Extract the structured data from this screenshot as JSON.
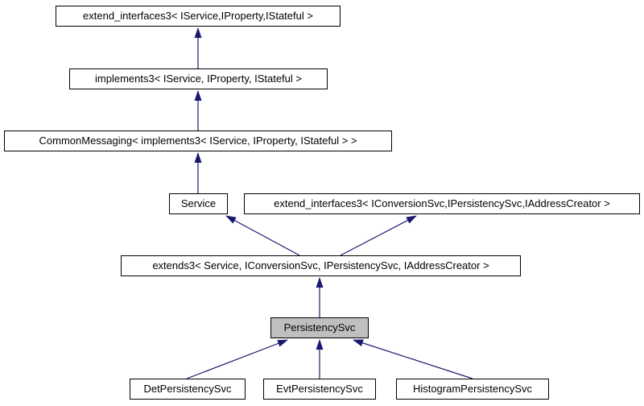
{
  "diagram": {
    "kind": "class-inheritance-graph",
    "highlighted_node": "PersistencySvc",
    "nodes": [
      {
        "id": "extend_interfaces3_svc",
        "label": "extend_interfaces3< IService,IProperty,IStateful >"
      },
      {
        "id": "implements3",
        "label": "implements3< IService, IProperty, IStateful >"
      },
      {
        "id": "common_messaging",
        "label": "CommonMessaging< implements3< IService, IProperty, IStateful > >"
      },
      {
        "id": "service",
        "label": "Service"
      },
      {
        "id": "extend_interfaces3_conv",
        "label": "extend_interfaces3< IConversionSvc,IPersistencySvc,IAddressCreator >"
      },
      {
        "id": "extends3",
        "label": "extends3< Service, IConversionSvc, IPersistencySvc, IAddressCreator >"
      },
      {
        "id": "persistency_svc",
        "label": "PersistencySvc"
      },
      {
        "id": "det_persistency_svc",
        "label": "DetPersistencySvc"
      },
      {
        "id": "evt_persistency_svc",
        "label": "EvtPersistencySvc"
      },
      {
        "id": "histogram_persistency_svc",
        "label": "HistogramPersistencySvc"
      }
    ],
    "edges": [
      {
        "from": "implements3",
        "to": "extend_interfaces3_svc"
      },
      {
        "from": "common_messaging",
        "to": "implements3"
      },
      {
        "from": "service",
        "to": "common_messaging"
      },
      {
        "from": "extends3",
        "to": "service"
      },
      {
        "from": "extends3",
        "to": "extend_interfaces3_conv"
      },
      {
        "from": "persistency_svc",
        "to": "extends3"
      },
      {
        "from": "det_persistency_svc",
        "to": "persistency_svc"
      },
      {
        "from": "evt_persistency_svc",
        "to": "persistency_svc"
      },
      {
        "from": "histogram_persistency_svc",
        "to": "persistency_svc"
      }
    ]
  },
  "colors": {
    "background": "#ffffff",
    "edge": "#191970",
    "node_border": "#000000",
    "node_fill": "#ffffff",
    "highlight_fill": "#bfbfbf",
    "text": "#000000"
  }
}
